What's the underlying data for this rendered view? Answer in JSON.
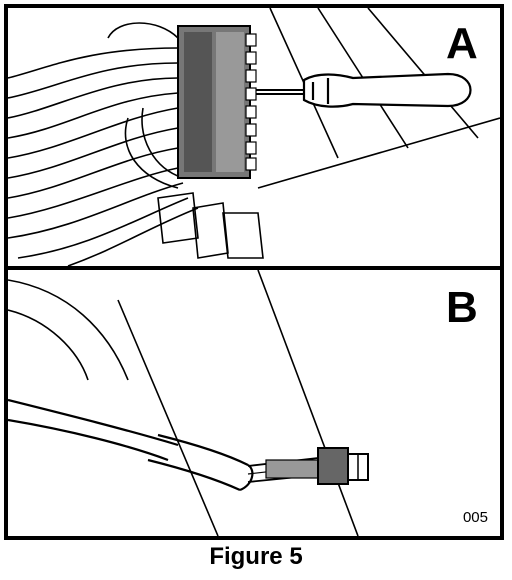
{
  "figure": {
    "caption": "Figure 5",
    "image_code": "005",
    "panels": [
      {
        "letter": "A"
      },
      {
        "letter": "B"
      }
    ]
  }
}
